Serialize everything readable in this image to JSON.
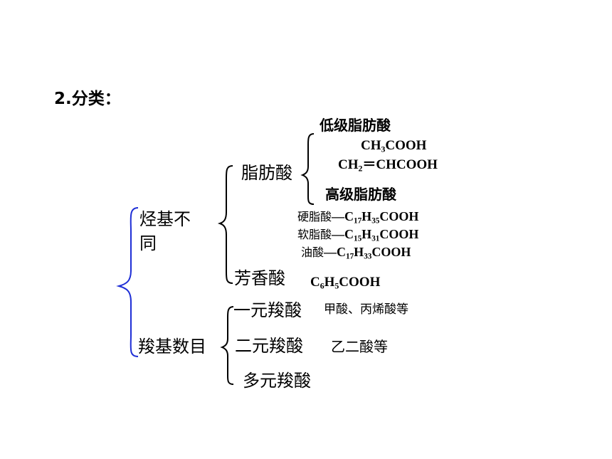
{
  "title": "2.分类：",
  "categories": {
    "hydrocarbon": {
      "label_line1": "烃基不",
      "label_line2": "同"
    },
    "carboxyl": {
      "label": "羧基数目"
    }
  },
  "fatty": {
    "label": "脂肪酸",
    "lower": {
      "label": "低级脂肪酸"
    },
    "higher": {
      "label": "高级脂肪酸"
    }
  },
  "aromatic": {
    "label": "芳香酸"
  },
  "formulas": {
    "acetic": {
      "a": "CH",
      "b": "3",
      "c": "COOH"
    },
    "acrylic": {
      "a": "CH",
      "b": "2",
      "c": "＝CHCOOH"
    },
    "stearic": {
      "name": "硬脂酸",
      "dash": "—C",
      "n1": "17",
      "h": "H",
      "n2": "35",
      "tail": "COOH"
    },
    "palmitic": {
      "name": "软脂酸",
      "dash": "—C",
      "n1": "15",
      "h": "H",
      "n2": "31",
      "tail": "COOH"
    },
    "oleic": {
      "name": "油酸",
      "dash": "—C",
      "n1": "17",
      "h": "H",
      "n2": "33",
      "tail": "COOH"
    },
    "benzoic": {
      "a": "C",
      "b": "6",
      "c": "H",
      "d": "5",
      "e": "COOH"
    }
  },
  "mono": {
    "label": "一元羧酸",
    "example": "甲酸、丙烯酸等"
  },
  "di": {
    "label": "二元羧酸",
    "example": "乙二酸等"
  },
  "poly": {
    "label": "多元羧酸"
  },
  "colors": {
    "outer_brace": "#1f2fd6",
    "inner_brace": "#000000",
    "text": "#000000"
  }
}
